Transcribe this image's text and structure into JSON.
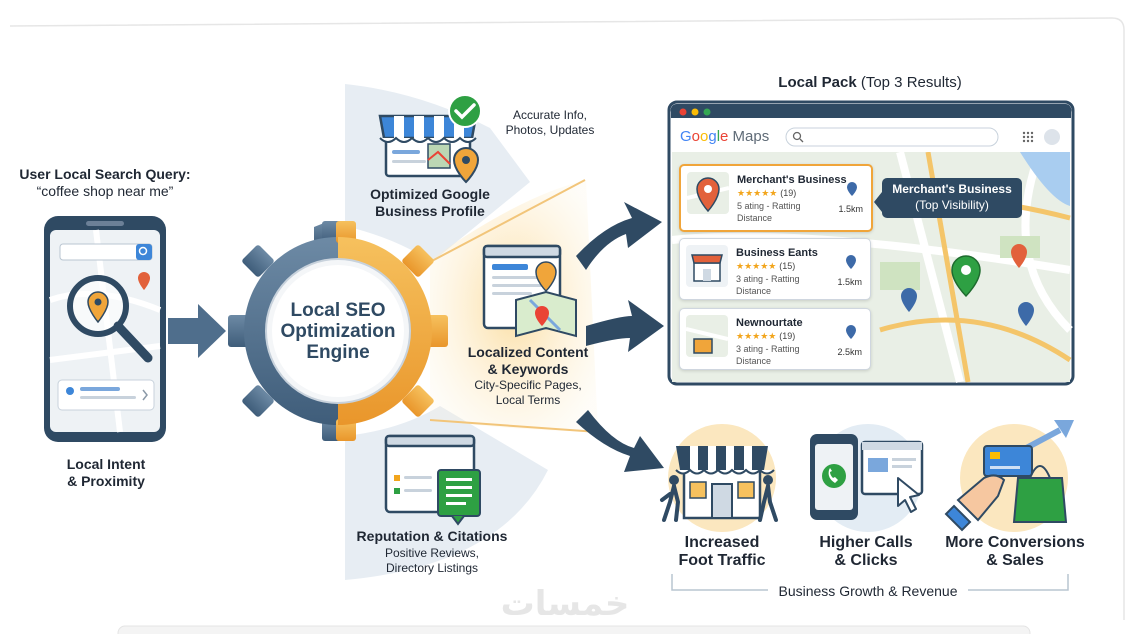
{
  "user": {
    "query_title": "User Local Search Query:",
    "query_text": "“coffee shop near me”",
    "intent_line1": "Local Intent",
    "intent_line2": "& Proximity"
  },
  "engine": {
    "line1": "Local SEO",
    "line2": "Optimization",
    "line3": "Engine"
  },
  "pillars": {
    "gbp": {
      "title_line1": "Optimized Google",
      "title_line2": "Business Profile",
      "note_line1": "Accurate Info,",
      "note_line2": "Photos, Updates"
    },
    "content": {
      "title_line1": "Localized Content",
      "title_line2": "& Keywords",
      "note_line1": "City-Specific Pages,",
      "note_line2": "Local Terms"
    },
    "reputation": {
      "title": "Reputation & Citations",
      "note_line1": "Positive Reviews,",
      "note_line2": "Directory Listings"
    }
  },
  "local_pack": {
    "title_bold": "Local Pack",
    "title_rest": " (Top 3 Results)",
    "app_brand": "Google Maps",
    "callout_line1": "Merchant's Business",
    "callout_line2": "(Top Visibility)",
    "results": [
      {
        "name": "Merchant's Business",
        "stars": "★★★★★",
        "count": "(19)",
        "line1": "5 ating - Ratting",
        "line2": "Distance",
        "distance": "1.5km"
      },
      {
        "name": "Business Eants",
        "stars": "★★★★★",
        "count": "(15)",
        "line1": "3 ating - Ratting",
        "line2": "Distance",
        "distance": "1.5km"
      },
      {
        "name": "Newnourtate",
        "stars": "★★★★★",
        "count": "(19)",
        "line1": "3 ating - Ratting",
        "line2": "Distance",
        "distance": "2.5km"
      }
    ]
  },
  "outcomes": {
    "foot_line1": "Increased",
    "foot_line2": "Foot Traffic",
    "calls_line1": "Higher Calls",
    "calls_line2": "& Clicks",
    "conv_line1": "More Conversions",
    "conv_line2": "& Sales",
    "growth": "Business Growth & Revenue"
  },
  "watermark": "خمسات",
  "colors": {
    "navy": "#2f4a63",
    "orange": "#f0a53a",
    "blue": "#3d86d8",
    "green": "#2ea043",
    "google_blue": "#4285f4",
    "google_red": "#ea4335",
    "google_yellow": "#fbbc05",
    "google_green": "#34a853"
  }
}
